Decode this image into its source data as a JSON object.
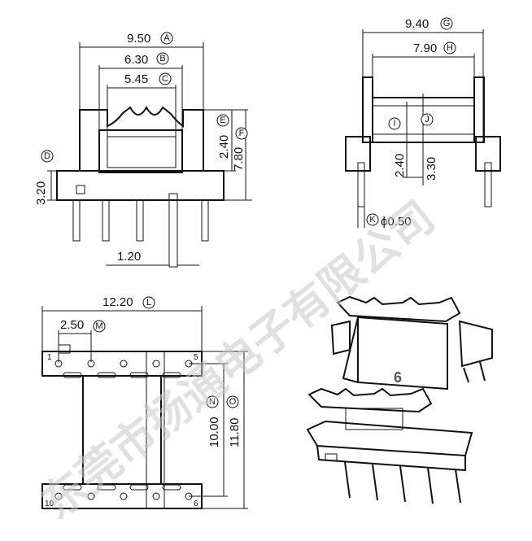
{
  "front_view": {
    "dims": [
      {
        "value": "9.50",
        "ref": "A"
      },
      {
        "value": "6.30",
        "ref": "B"
      },
      {
        "value": "5.45",
        "ref": "C"
      },
      {
        "value": "2.40",
        "ref": "E"
      },
      {
        "value": "7.80",
        "ref": "F"
      },
      {
        "value": "3.20",
        "ref": "D"
      },
      {
        "value": "1.20",
        "ref": ""
      }
    ]
  },
  "side_view": {
    "dims": [
      {
        "value": "9.40",
        "ref": "G"
      },
      {
        "value": "7.90",
        "ref": "H"
      },
      {
        "value": "2.40",
        "ref": "I"
      },
      {
        "value": "3.30",
        "ref": "J"
      },
      {
        "value": "ϕ0.50",
        "ref": "K"
      }
    ]
  },
  "bottom_view": {
    "dims": [
      {
        "value": "12.20",
        "ref": "L"
      },
      {
        "value": "2.50",
        "ref": "M"
      },
      {
        "value": "10.00",
        "ref": "N"
      },
      {
        "value": "11.80",
        "ref": "O"
      }
    ],
    "pin_labels": [
      "1",
      "5",
      "10",
      "6"
    ]
  },
  "iso_view": {
    "label": "6"
  },
  "watermark": "东莞市扬通电子有限公司"
}
